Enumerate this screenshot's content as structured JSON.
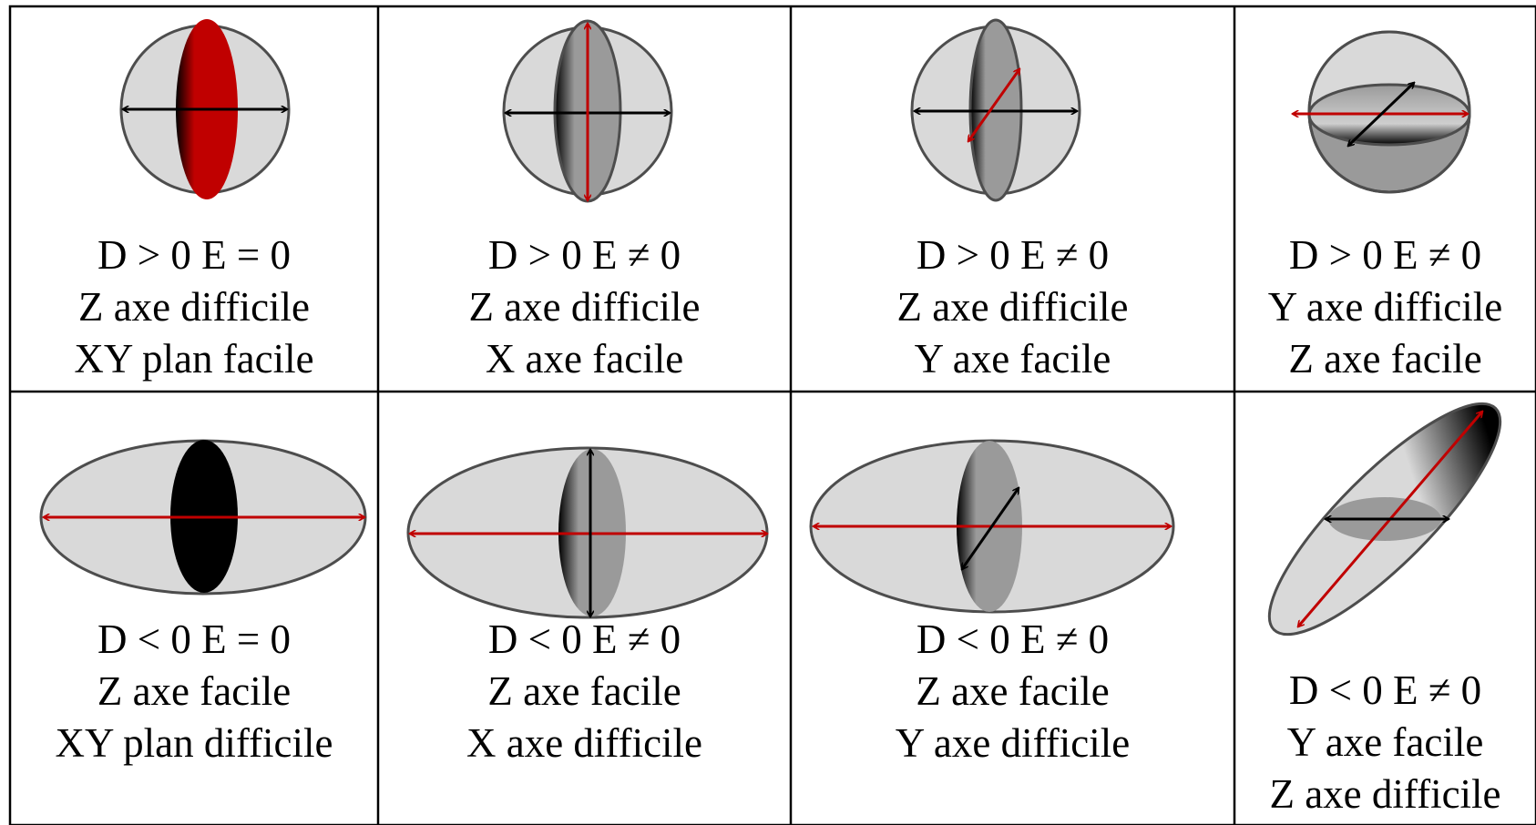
{
  "colors": {
    "grid": "#000000",
    "sphere_fill": "#d9d9d9",
    "sphere_stroke": "#4d4d4d",
    "disc_mid": "#9a9a9a",
    "disc_dark": "#000000",
    "red_disc": "#c00000",
    "arrow_black": "#000000",
    "arrow_red": "#c00000"
  },
  "cells": [
    {
      "label_line1": "D > 0  E = 0",
      "label_line2": "Z axe difficile",
      "label_line3": "XY plan facile"
    },
    {
      "label_line1": "D > 0  E ≠ 0",
      "label_line2": "Z axe difficile",
      "label_line3": "X axe facile"
    },
    {
      "label_line1": "D > 0  E ≠ 0",
      "label_line2": "Z axe difficile",
      "label_line3": "Y axe facile"
    },
    {
      "label_line1": "D > 0  E ≠ 0",
      "label_line2": "Y axe difficile",
      "label_line3": "Z axe facile"
    },
    {
      "label_line1": "D < 0  E = 0",
      "label_line2": "Z axe facile",
      "label_line3": "XY plan difficile"
    },
    {
      "label_line1": "D < 0  E ≠ 0",
      "label_line2": "Z axe facile",
      "label_line3": "X axe difficile"
    },
    {
      "label_line1": "D < 0  E ≠ 0",
      "label_line2": "Z axe facile",
      "label_line3": "Y axe difficile"
    },
    {
      "label_line1": "D < 0  E ≠ 0",
      "label_line2": "Y axe facile",
      "label_line3": "Z axe difficile"
    }
  ]
}
